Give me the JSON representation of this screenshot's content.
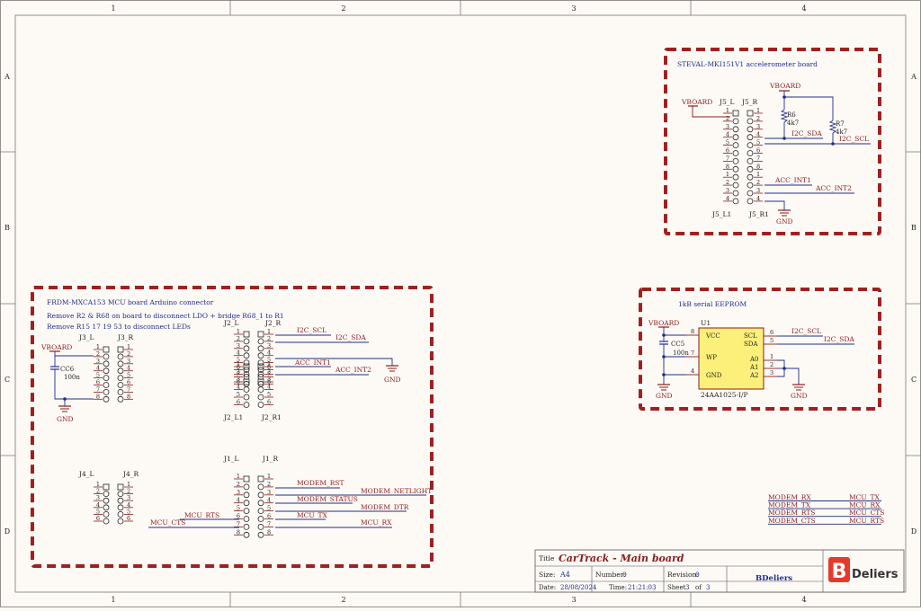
{
  "frame": {
    "columns": [
      "1",
      "2",
      "3",
      "4"
    ],
    "rows": [
      "A",
      "B",
      "C",
      "D"
    ]
  },
  "accel": {
    "title": "STEVAL-MKI151V1 accelerometer board",
    "vboard1": "VBOARD",
    "vboard2": "VBOARD",
    "j_left_top": "J5_L",
    "j_right_top": "J5_R",
    "j_left_bottom": "J5_L1",
    "j_right_bottom": "J5_R1",
    "r6": "R6",
    "r6_val": "4k7",
    "r7": "R7",
    "r7_val": "4k7",
    "i2c_sda": "I2C_SDA",
    "i2c_scl": "I2C_SCL",
    "acc_int1": "ACC_INT1",
    "acc_int2": "ACC_INT2",
    "gnd": "GND"
  },
  "eeprom": {
    "title": "1kB serial EEPROM",
    "vboard": "VBOARD",
    "ref": "U1",
    "part": "24AA1025-I/P",
    "cap": "CC5",
    "cap_val": "100n",
    "pins": {
      "vcc": "VCC",
      "wp": "WP",
      "gnd": "GND",
      "scl": "SCL",
      "sda": "SDA",
      "a0": "A0",
      "a1": "A1",
      "a2": "A2"
    },
    "pin_nums": {
      "vcc": "8",
      "wp": "7",
      "gnd": "4",
      "scl": "6",
      "sda": "5",
      "a0": "1",
      "a1": "2",
      "a2": "3"
    },
    "i2c_scl": "I2C_SCL",
    "i2c_sda": "I2C_SDA",
    "gnd1": "GND",
    "gnd2": "GND"
  },
  "mcu": {
    "title": "FRDM-MXCA153 MCU board Arduino connector",
    "note1": "Remove R2 & R68 on board to disconnect LDO + bridge R68_1 to R1",
    "note2": "Remove R15 17 19 53 to disconnect LEDs",
    "vboard": "VBOARD",
    "cap": "CC6",
    "cap_val": "100n",
    "gnd": "GND",
    "gnd2": "GND",
    "j3_l": "J3_L",
    "j3_r": "J3_R",
    "j4_l": "J4_L",
    "j4_r": "J4_R",
    "j2_l": "J2_L",
    "j2_r": "J2_R",
    "j2_l1": "J2_L1",
    "j2_r1": "J2_R1",
    "j1_l": "J1_L",
    "j1_r": "J1_R",
    "i2c_scl": "I2C_SCL",
    "i2c_sda": "I2C_SDA",
    "acc_int1": "ACC_INT1",
    "acc_int2": "ACC_INT2",
    "modem_rst": "MODEM_RST",
    "modem_netlight": "MODEM_NETLIGHT",
    "modem_status": "MODEM_STATUS",
    "modem_dtr": "MODEM_DTR",
    "mcu_rts": "MCU_RTS",
    "mcu_tx": "MCU_TX",
    "mcu_cts": "MCU_CTS",
    "mcu_rx": "MCU_RX"
  },
  "crossref": [
    {
      "left": "MODEM_RX",
      "right": "MCU_TX"
    },
    {
      "left": "MODEM_TX",
      "right": "MCU_RX"
    },
    {
      "left": "MODEM_RTS",
      "right": "MCU_CTS"
    },
    {
      "left": "MODEM_CTS",
      "right": "MCU_RTS"
    }
  ],
  "titleblock": {
    "title_label": "Title",
    "title": "CarTrack - Main board",
    "size_label": "Size:",
    "size": "A4",
    "number_label": "Number:",
    "number": "0",
    "revision_label": "Revision:",
    "revision": "0",
    "company": "BDeliers",
    "date_label": "Date:",
    "date": "28/08/2024",
    "time_label": "Time:",
    "time": "21:21:03",
    "sheet_label": "Sheet",
    "sheet": "3",
    "of_label": "of",
    "sheets": "3",
    "logo_letter": "B",
    "logo_text": "Deliers"
  }
}
